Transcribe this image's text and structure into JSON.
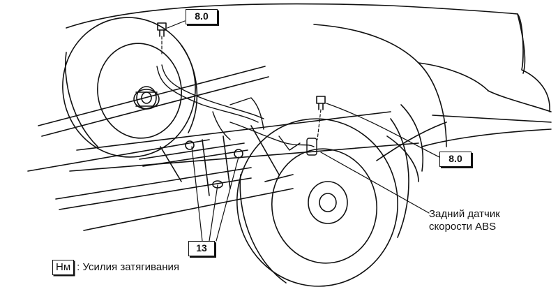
{
  "callouts": {
    "torque_top": "8.0",
    "torque_right": "8.0",
    "torque_bottom": "13"
  },
  "sensor_label": {
    "line1": "Задний датчик",
    "line2": "скорости ABS"
  },
  "legend": {
    "unit": "Нм",
    "text": ": Усилия затягивания"
  }
}
